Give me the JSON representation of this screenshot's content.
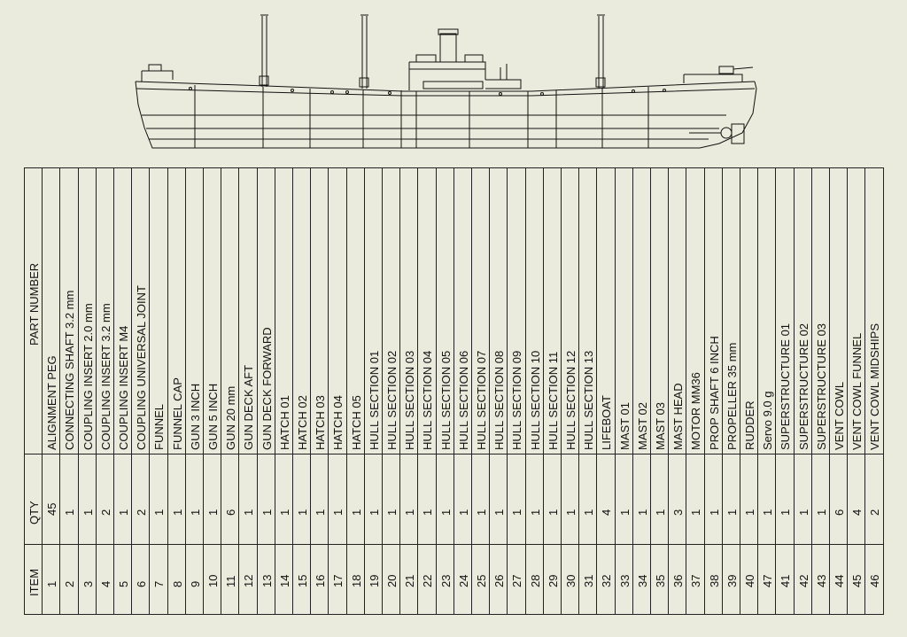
{
  "table": {
    "headers": {
      "item": "ITEM",
      "qty": "QTY",
      "part_number": "PART NUMBER"
    },
    "rows": [
      {
        "item": "1",
        "qty": "45",
        "part": "ALIGNMENT PEG"
      },
      {
        "item": "2",
        "qty": "1",
        "part": "CONNECTING SHAFT 3.2 mm"
      },
      {
        "item": "3",
        "qty": "1",
        "part": "COUPLING INSERT 2.0 mm"
      },
      {
        "item": "4",
        "qty": "2",
        "part": "COUPLING INSERT 3.2 mm"
      },
      {
        "item": "5",
        "qty": "1",
        "part": "COUPLING INSERT M4"
      },
      {
        "item": "6",
        "qty": "2",
        "part": "COUPLING UNIVERSAL JOINT"
      },
      {
        "item": "7",
        "qty": "1",
        "part": "FUNNEL"
      },
      {
        "item": "8",
        "qty": "1",
        "part": "FUNNEL CAP"
      },
      {
        "item": "9",
        "qty": "1",
        "part": "GUN 3 INCH"
      },
      {
        "item": "10",
        "qty": "1",
        "part": "GUN 5 INCH"
      },
      {
        "item": "11",
        "qty": "6",
        "part": "GUN 20 mm"
      },
      {
        "item": "12",
        "qty": "1",
        "part": "GUN DECK AFT"
      },
      {
        "item": "13",
        "qty": "1",
        "part": "GUN DECK FORWARD"
      },
      {
        "item": "14",
        "qty": "1",
        "part": "HATCH 01"
      },
      {
        "item": "15",
        "qty": "1",
        "part": "HATCH 02"
      },
      {
        "item": "16",
        "qty": "1",
        "part": "HATCH 03"
      },
      {
        "item": "17",
        "qty": "1",
        "part": "HATCH 04"
      },
      {
        "item": "18",
        "qty": "1",
        "part": "HATCH 05"
      },
      {
        "item": "19",
        "qty": "1",
        "part": "HULL SECTION 01"
      },
      {
        "item": "20",
        "qty": "1",
        "part": "HULL SECTION 02"
      },
      {
        "item": "21",
        "qty": "1",
        "part": "HULL SECTION 03"
      },
      {
        "item": "22",
        "qty": "1",
        "part": "HULL SECTION 04"
      },
      {
        "item": "23",
        "qty": "1",
        "part": "HULL SECTION 05"
      },
      {
        "item": "24",
        "qty": "1",
        "part": "HULL SECTION 06"
      },
      {
        "item": "25",
        "qty": "1",
        "part": "HULL SECTION 07"
      },
      {
        "item": "26",
        "qty": "1",
        "part": "HULL SECTION 08"
      },
      {
        "item": "27",
        "qty": "1",
        "part": "HULL SECTION 09"
      },
      {
        "item": "28",
        "qty": "1",
        "part": "HULL SECTION 10"
      },
      {
        "item": "29",
        "qty": "1",
        "part": "HULL SECTION 11"
      },
      {
        "item": "30",
        "qty": "1",
        "part": "HULL SECTION 12"
      },
      {
        "item": "31",
        "qty": "1",
        "part": "HULL SECTION 13"
      },
      {
        "item": "32",
        "qty": "4",
        "part": "LIFEBOAT"
      },
      {
        "item": "33",
        "qty": "1",
        "part": "MAST 01"
      },
      {
        "item": "34",
        "qty": "1",
        "part": "MAST 02"
      },
      {
        "item": "35",
        "qty": "1",
        "part": "MAST 03"
      },
      {
        "item": "36",
        "qty": "3",
        "part": "MAST HEAD"
      },
      {
        "item": "37",
        "qty": "1",
        "part": "MOTOR MM36"
      },
      {
        "item": "38",
        "qty": "1",
        "part": "PROP SHAFT 6 INCH"
      },
      {
        "item": "39",
        "qty": "1",
        "part": "PROPELLER 35 mm"
      },
      {
        "item": "40",
        "qty": "1",
        "part": "RUDDER"
      },
      {
        "item": "47",
        "qty": "1",
        "part": "Servo 9.0 g"
      },
      {
        "item": "41",
        "qty": "1",
        "part": "SUPERSTRUCTURE 01"
      },
      {
        "item": "42",
        "qty": "1",
        "part": "SUPERSTRUCTURE 02"
      },
      {
        "item": "43",
        "qty": "1",
        "part": "SUPERSTRUCTURE 03"
      },
      {
        "item": "44",
        "qty": "6",
        "part": "VENT COWL"
      },
      {
        "item": "45",
        "qty": "4",
        "part": "VENT COWL FUNNEL"
      },
      {
        "item": "46",
        "qty": "2",
        "part": "VENT COWL MIDSHIPS"
      }
    ]
  },
  "colors": {
    "background": "#ebebdd",
    "line": "#222222"
  }
}
